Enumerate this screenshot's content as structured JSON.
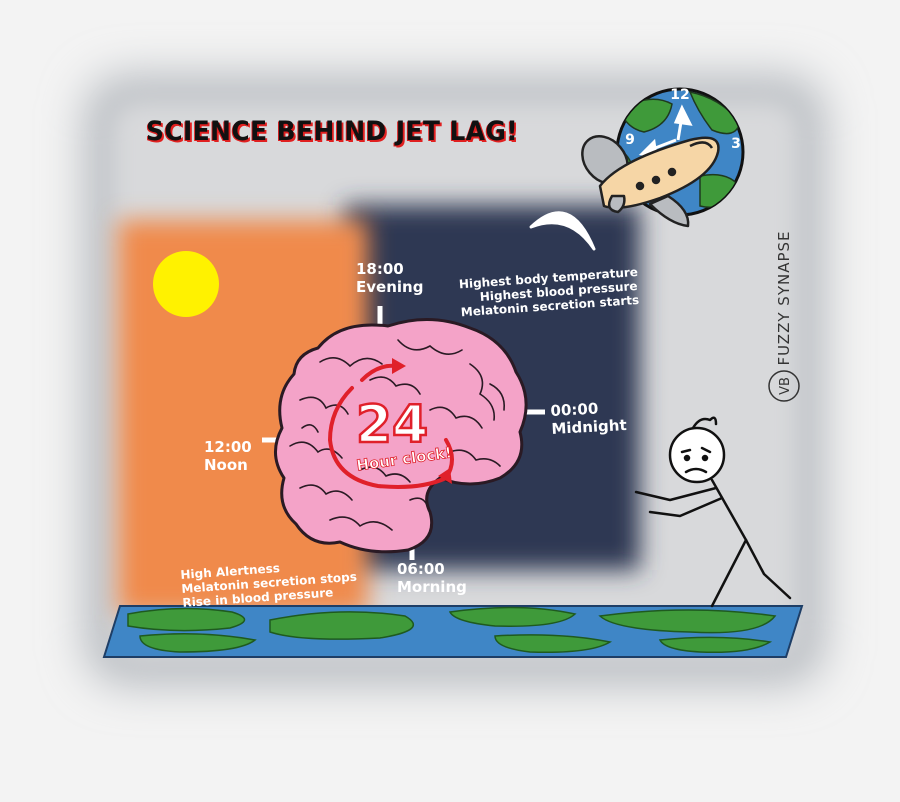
{
  "title": "SCIENCE BEHIND JET LAG!",
  "brand": {
    "monogram": "VB",
    "name": "FUZZY SYNAPSE"
  },
  "clock": {
    "number": "24",
    "caption": "Hour clock!"
  },
  "times": {
    "evening": {
      "time": "18:00",
      "label": "Evening"
    },
    "midnight": {
      "time": "00:00",
      "label": "Midnight"
    },
    "noon": {
      "time": "12:00",
      "label": "Noon"
    },
    "morning": {
      "time": "06:00",
      "label": "Morning"
    }
  },
  "night_notes": [
    "Highest body temperature",
    "Highest blood pressure",
    "Melatonin secretion starts"
  ],
  "morning_notes": [
    "High Alertness",
    "Melatonin secretion stops",
    "Rise in blood pressure"
  ],
  "globe_clock": {
    "top": "12",
    "left": "9",
    "right": "3"
  },
  "colors": {
    "day_panel": "#f08a4b",
    "night_panel": "#2f3852",
    "sun": "#fff200",
    "brain": "#f4a3c8",
    "clock_arrow": "#e0202a",
    "ocean": "#3f86c6",
    "land": "#3f9a3a"
  }
}
